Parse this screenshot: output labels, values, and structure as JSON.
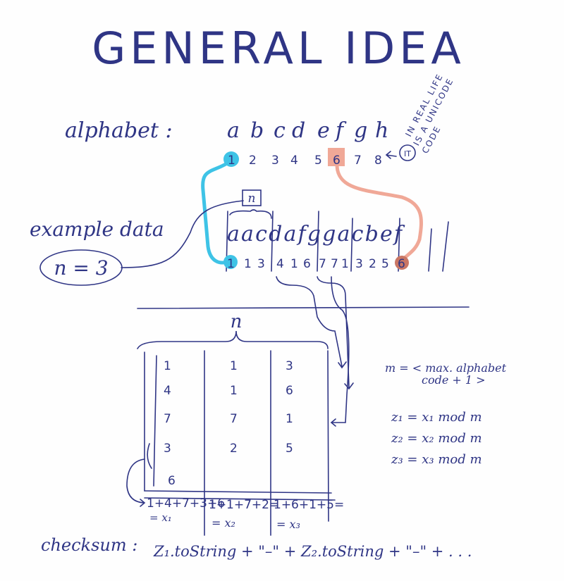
{
  "title": "GENERAL IDEA",
  "alphabet": {
    "label": "alphabet :",
    "letters": [
      "a",
      "b",
      "c",
      "d",
      "e",
      "f",
      "g",
      "h"
    ],
    "codes": [
      "1",
      "2",
      "3",
      "4",
      "5",
      "6",
      "7",
      "8"
    ],
    "note_marker": "IT",
    "note_lines": [
      "IN REAL LIFE",
      "IS A UNICODE",
      "CODE"
    ]
  },
  "example": {
    "label": "example data",
    "n_label": "n = 3",
    "n_box": "n",
    "data_string": "aacdafggacbef",
    "codes": [
      "1",
      "1",
      "3",
      "4",
      "1",
      "6",
      "7",
      "7",
      "1",
      "3",
      "2",
      "5",
      "6"
    ]
  },
  "table": {
    "brace_label": "n",
    "columns": [
      [
        "1",
        "4",
        "7",
        "3",
        "6"
      ],
      [
        "1",
        "1",
        "7",
        "2"
      ],
      [
        "3",
        "6",
        "1",
        "5"
      ]
    ],
    "sums": [
      {
        "expr": "1+4+7+3+6",
        "result": "= x₁"
      },
      {
        "expr": "1+1+7+2=",
        "result": "= x₂"
      },
      {
        "expr": "1+6+1+5=",
        "result": "= x₃"
      }
    ]
  },
  "formulas": {
    "m_line1": "m = < max. alphabet",
    "m_line2": "code + 1 >",
    "z": [
      "z₁ = x₁ mod m",
      "z₂ = x₂ mod m",
      "z₃ = x₃ mod m"
    ]
  },
  "checksum": {
    "label": "checksum :",
    "expr": "Z₁.toString + \"–\" + Z₂.toString + \"–\" + . . ."
  },
  "colors": {
    "ink": "#2f3585",
    "blue_highlight": "#3ec3e6",
    "red_highlight": "#f0a897"
  }
}
